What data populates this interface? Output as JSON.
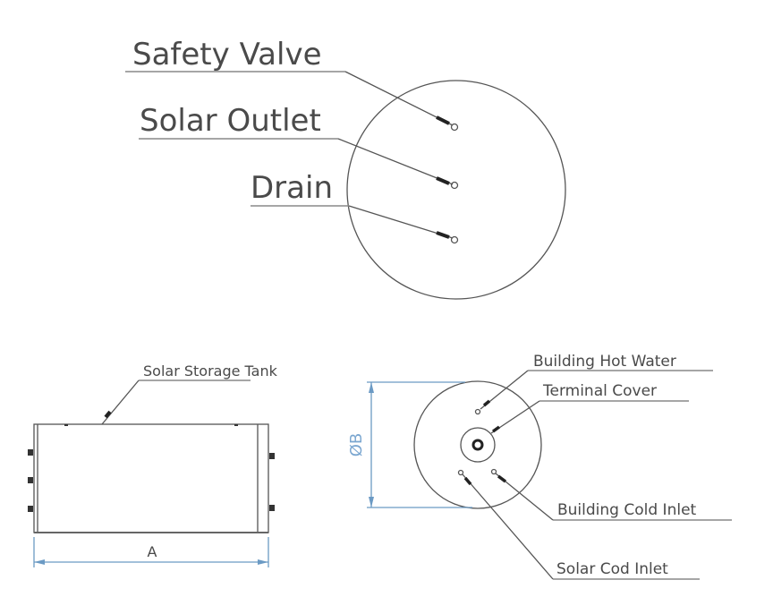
{
  "top_view": {
    "labels": [
      "Safety Valve",
      "Solar Outlet",
      "Drain"
    ]
  },
  "side_view": {
    "label": "Solar Storage Tank",
    "dimension": "A"
  },
  "end_view": {
    "dimension": "ØB",
    "labels": [
      "Building Hot Water",
      "Terminal Cover",
      "Building Cold Inlet",
      "Solar Cod Inlet"
    ]
  },
  "colors": {
    "line": "#555555",
    "dimension": "#6b9ac4",
    "text": "#4a4a4a"
  }
}
